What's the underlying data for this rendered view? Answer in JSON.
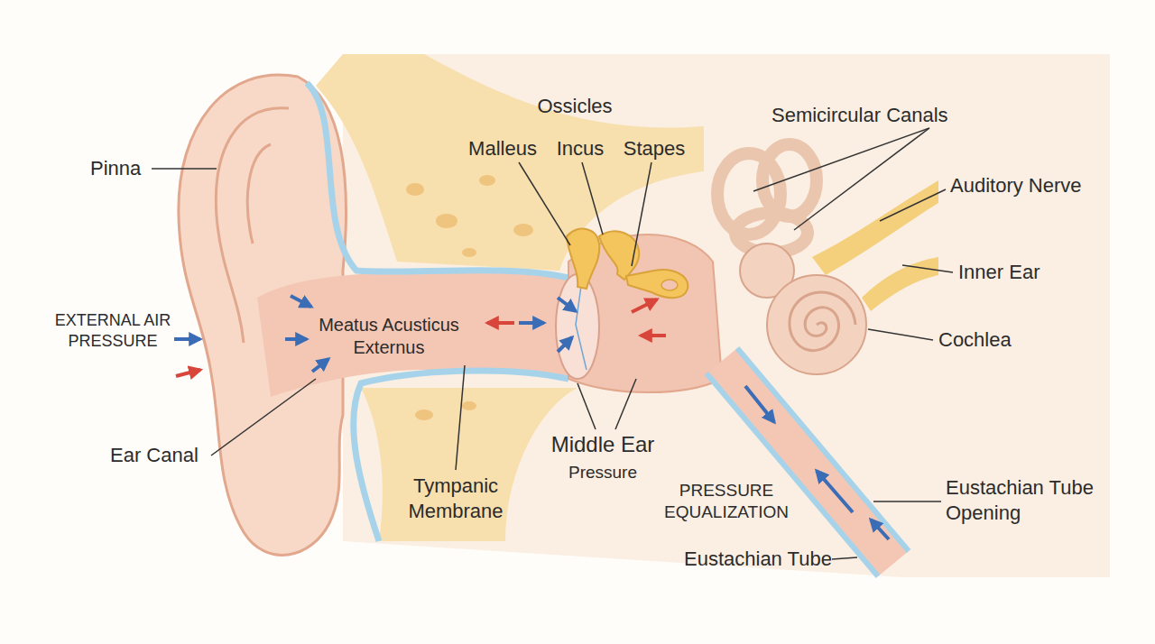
{
  "diagram": {
    "labels": [
      "Ossicles",
      "Semicircular Canals",
      "Malleus",
      "Incus",
      "Stapes",
      "Pinna",
      "Auditory Nerve",
      "Inner Ear",
      "EXTERNAL AIR PRESSURE",
      "Meatus Acusticus Externus",
      "Cochlea",
      "Ear Canal",
      "Middle Ear",
      "Pressure",
      "Tympanic Membrane",
      "PRESSURE EQUALIZATION",
      "Eustachian Tube Opening",
      "Eustachian Tube"
    ]
  }
}
